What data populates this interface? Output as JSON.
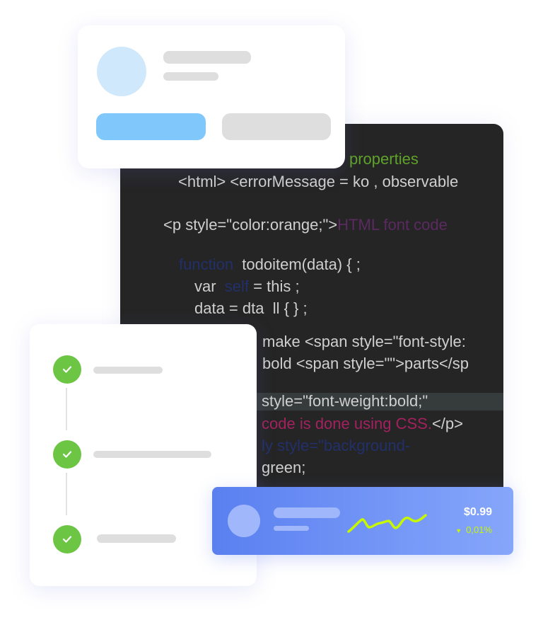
{
  "code": {
    "lines": [
      {
        "segments": [
          "properties"
        ]
      },
      {
        "segments": [
          "<html> <errorMessage = ko , observable"
        ]
      },
      {
        "segments": [
          "<p style=\"color:orange;\">",
          "HTML font code"
        ]
      },
      {
        "segments": [
          "function",
          "  todoitem(data) { ;"
        ]
      },
      {
        "segments": [
          "var  ",
          "self",
          " = this ;"
        ]
      },
      {
        "segments": [
          "data = dta  ll { } ;"
        ]
      },
      {
        "segments": [
          "make <span style=\"font-style:"
        ]
      },
      {
        "segments": [
          "bold <span style=\"\">parts</sp"
        ]
      },
      {
        "segments": [
          "style=\"font-weight:bold;\""
        ]
      },
      {
        "segments": [
          "code is done using CSS.",
          "</p>"
        ]
      },
      {
        "segments": [
          "ly style=\"background-"
        ]
      },
      {
        "segments": [
          "green;"
        ]
      }
    ],
    "colors": {
      "text": "#cfcfcf",
      "string": "#5fa22a",
      "tag_content": "#5b2a60",
      "keyword": "#22306a",
      "highlight": "#a3215f",
      "background": "#252525"
    }
  },
  "price_card": {
    "price": "$0.99",
    "change": "0,01%",
    "change_direction": "down",
    "accent": "#c8f800"
  },
  "colors": {
    "primary_button": "#80c8fc",
    "check": "#6cc644",
    "avatar": "#cfe8fc"
  }
}
